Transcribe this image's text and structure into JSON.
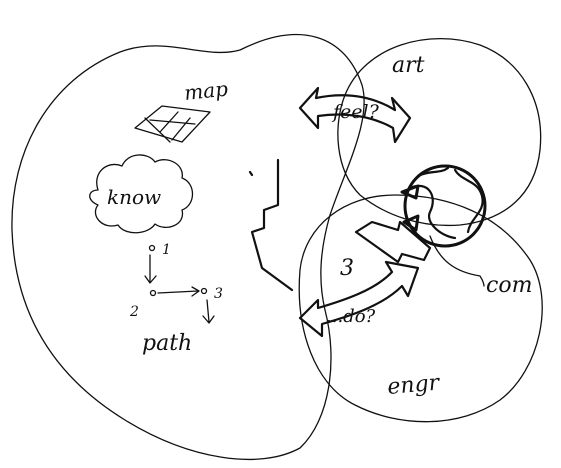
{
  "labels": {
    "map": "map",
    "know": "know",
    "path": "path",
    "feel": "feel?",
    "do": "...do?",
    "art": "art",
    "com": "com",
    "engr": "engr",
    "three": "3",
    "node1": "1",
    "node2": "2",
    "node3": "3"
  }
}
